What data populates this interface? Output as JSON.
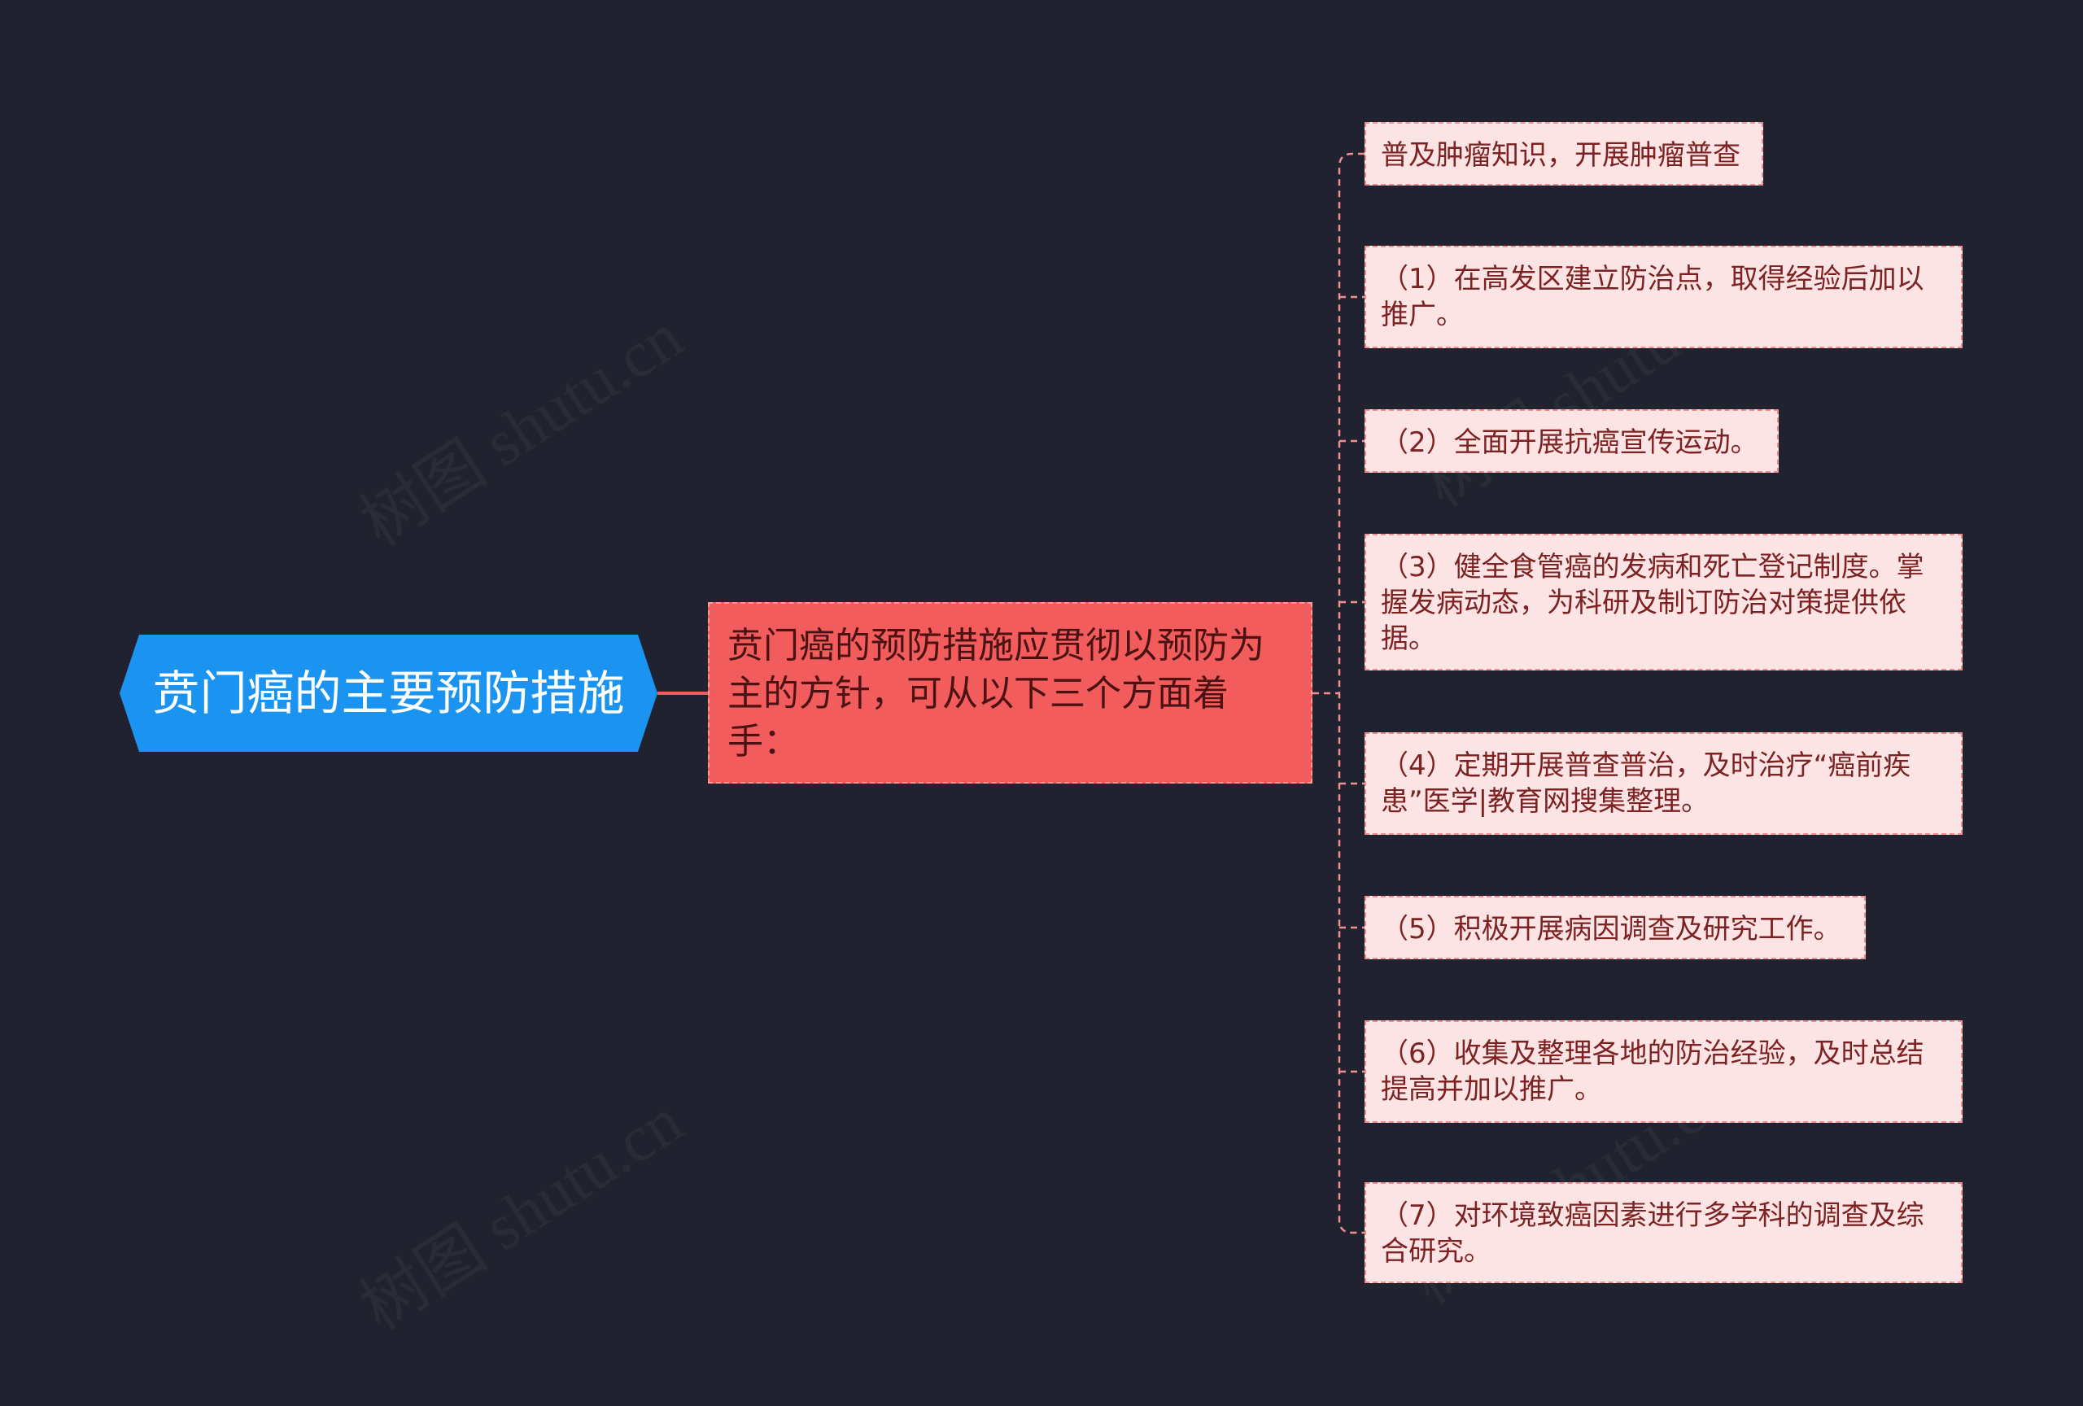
{
  "theme": {
    "background": "#20232f",
    "root_color": "#1a94f0",
    "summary_color": "#f25c5c",
    "leaf_fill": "#fde4e4",
    "leaf_border": "#ef8f8f",
    "connector_color": "#ef8f8f",
    "root_connector_color": "#f25c5c"
  },
  "watermark": {
    "text": "树图 shutu.cn"
  },
  "mindmap": {
    "root": {
      "label": "贲门癌的主要预防措施"
    },
    "summary": {
      "label": "贲门癌的预防措施应贯彻以预防为主的方针，可从以下三个方面着手："
    },
    "items": [
      {
        "label": "普及肿瘤知识，开展肿瘤普查"
      },
      {
        "label": "（1）在高发区建立防治点，取得经验后加以推广。"
      },
      {
        "label": "（2）全面开展抗癌宣传运动。"
      },
      {
        "label": "（3）健全食管癌的发病和死亡登记制度。掌握发病动态，为科研及制订防治对策提供依据。"
      },
      {
        "label": "（4）定期开展普查普治，及时治疗“癌前疾患”医学|教育网搜集整理。"
      },
      {
        "label": "（5）积极开展病因调查及研究工作。"
      },
      {
        "label": "（6）收集及整理各地的防治经验，及时总结提高并加以推广。"
      },
      {
        "label": "（7）对环境致癌因素进行多学科的调查及综合研究。"
      }
    ]
  }
}
